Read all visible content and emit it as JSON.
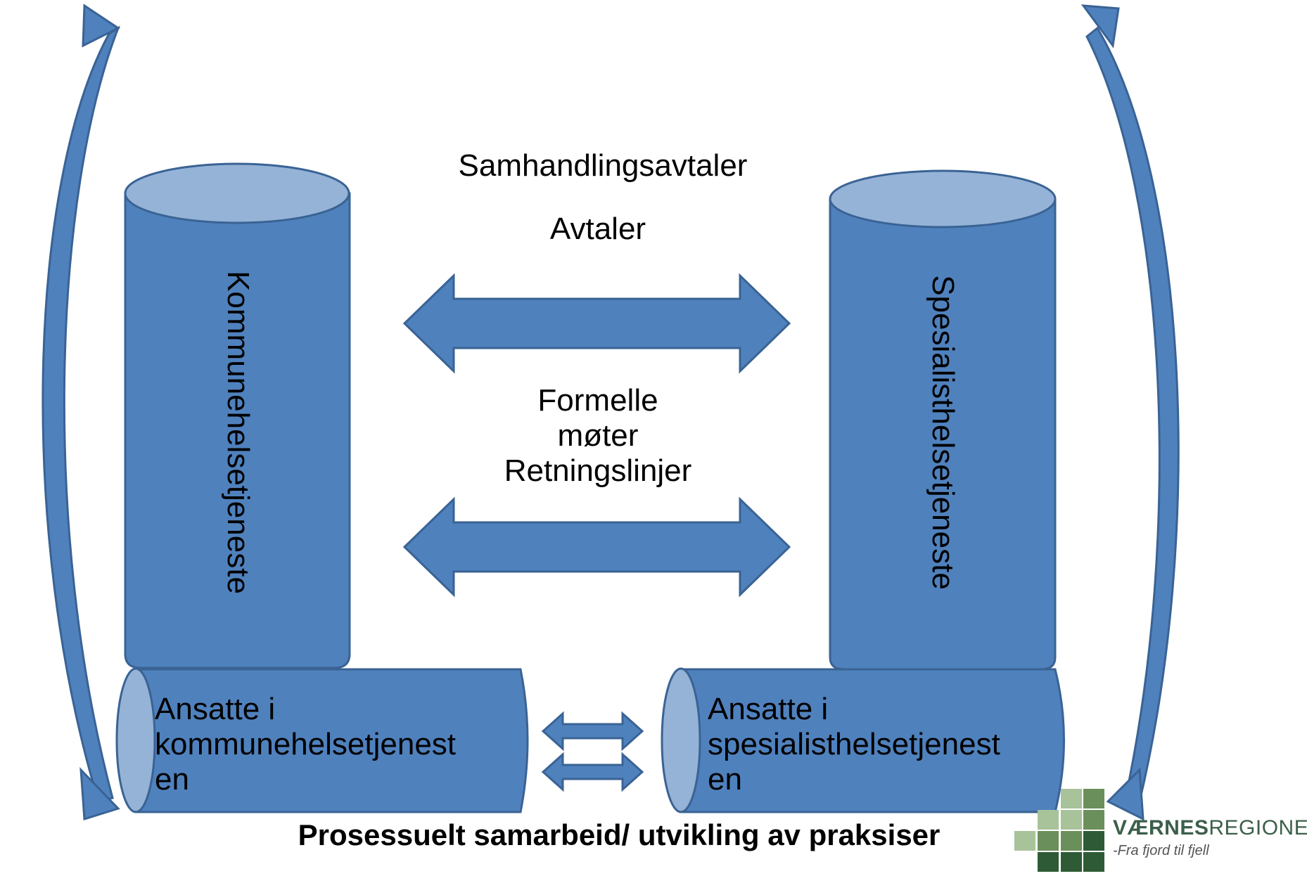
{
  "diagram": {
    "colors": {
      "cylinder_body": "#4f81bd",
      "cylinder_top": "#95b3d7",
      "stroke": "#3a6394",
      "arrow": "#4f81bd",
      "logo_dark": "#2e5b35",
      "logo_mid": "#6b8f5a",
      "logo_light": "#a8c29a"
    },
    "left_cylinder": {
      "label": "Kommunehelsetjeneste"
    },
    "right_cylinder": {
      "label": "Spesialisthelsetjeneste"
    },
    "center_labels": {
      "samhandlingsavtaler": "Samhandlingsavtaler",
      "avtaler": "Avtaler",
      "formelle": "Formelle\nmøter\nRetningslinjer"
    },
    "left_staff": {
      "label": "Ansatte i\nkommunehelsetjenest\nen"
    },
    "right_staff": {
      "label": "Ansatte i\nspesialisthelsetjenest\nen"
    },
    "footer": {
      "caption": "Prosessuelt samarbeid/ utvikling av praksiser"
    },
    "logo": {
      "name_bold": "VÆRNES",
      "name_rest": "REGIONEN",
      "tagline": "-Fra fjord til fjell"
    }
  }
}
